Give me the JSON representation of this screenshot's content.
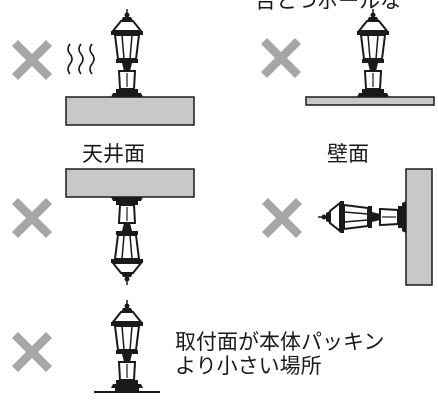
{
  "labels": {
    "top_right_partial": "台とつボールな",
    "ceiling": "天井面",
    "wall": "壁面",
    "small_surface_line1": "取付面が本体パッキン",
    "small_surface_line2": "より小さい場所"
  },
  "marks": {
    "prohibited_symbol": "x-mark-icon",
    "heat_symbol": "heat-waves-icon"
  },
  "colors": {
    "x_mark": "#a6a6a6",
    "surface": "#c8c8c8",
    "line": "#1a1a1a"
  }
}
